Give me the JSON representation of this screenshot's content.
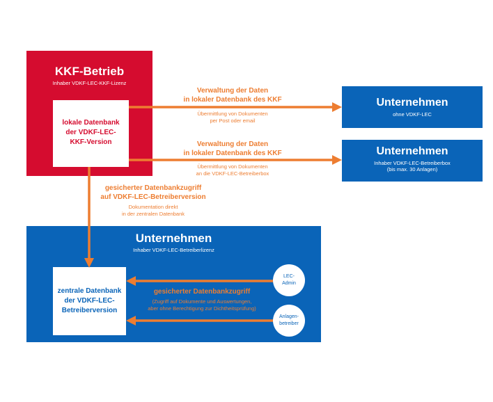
{
  "kkf": {
    "title": "KKF-Betrieb",
    "subtitle": "Inhaber VDKF-LEC-KKF-Lizenz",
    "local_db": [
      "lokale Datenbank",
      "der VDKF-LEC-",
      "KKF-Version"
    ]
  },
  "company1": {
    "title": "Unternehmen",
    "subtitle": "ohne VDKF-LEC"
  },
  "company2": {
    "title": "Unternehmen",
    "subtitle1": "Inhaber VDKF-LEC-Betreiberbox",
    "subtitle2": "(bis max. 30 Anlagen)"
  },
  "company3": {
    "title": "Unternehmen",
    "subtitle": "Inhaber VDKF-LEC-Betreiberlizenz",
    "central_db": [
      "zentrale Datenbank",
      "der VDKF-LEC-",
      "Betreiberversion"
    ]
  },
  "arrow1": {
    "bold1": "Verwaltung der Daten",
    "bold2": "in lokaler Datenbank des KKF",
    "small1": "Übermittlung von Dokumenten",
    "small2": "per Post oder email"
  },
  "arrow2": {
    "bold1": "Verwaltung der Daten",
    "bold2": "in lokaler Datenbank des KKF",
    "small1": "Übermittlung von Dokumenten",
    "small2": "an die VDKF-LEC-Betreiberbox"
  },
  "arrow3": {
    "bold1": "gesicherter Datenbankzugriff",
    "bold2": "auf VDKF-LEC-Betreiberversion",
    "small1": "Dokumentation direkt",
    "small2": "in der zentralen Datenbank"
  },
  "arrow4": {
    "bold1": "gesicherter Datenbankzugriff",
    "small1": "(Zugriff auf Dokumente und Auswertungen,",
    "small2": "aber ohne Berechtigung zur Dichtheitsprüfung)"
  },
  "circles": {
    "admin": [
      "LEC-",
      "Admin"
    ],
    "operator": [
      "Anlagen-",
      "betreiber"
    ]
  },
  "colors": {
    "red": "#d50c2f",
    "blue": "#0a64b8",
    "orange": "#ed7d31"
  }
}
